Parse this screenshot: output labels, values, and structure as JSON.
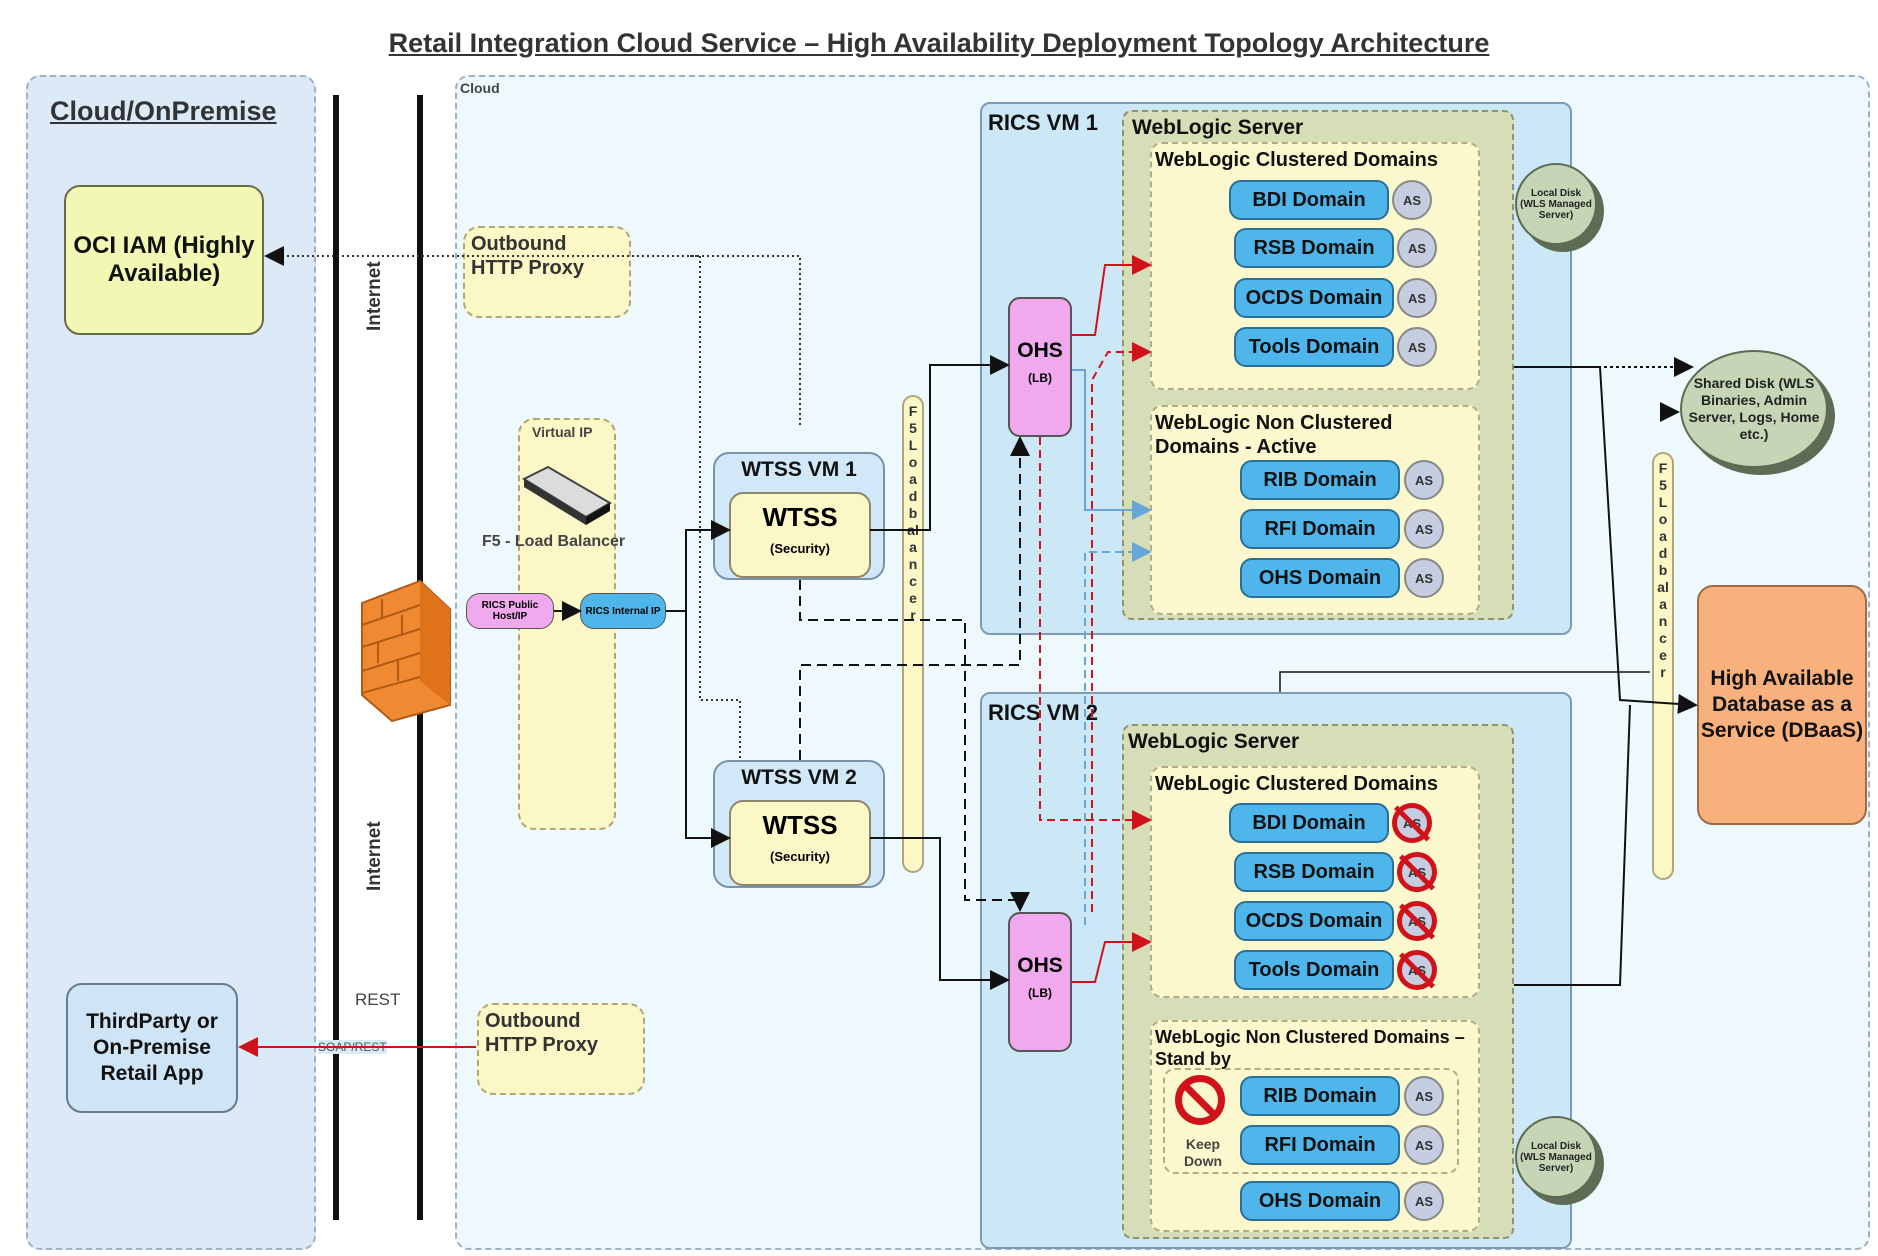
{
  "title": "Retail Integration Cloud Service – High Availability Deployment Topology Architecture",
  "regions": {
    "onprem": "Cloud/OnPremise",
    "cloud": "Cloud"
  },
  "internet_label": "Internet",
  "rest_label": "REST",
  "soap_rest_label": "SOAP/REST",
  "oci_iam": "OCI IAM (Highly Available)",
  "thirdparty": "ThirdParty or On-Premise Retail App",
  "outbound_proxy": "Outbound HTTP Proxy",
  "virtual_ip": "Virtual IP",
  "f5_lb": "F5 - Load Balancer",
  "rics_public": "RICS Public Host/IP",
  "rics_internal": "RICS Internal IP",
  "wtss_vm1": {
    "title": "WTSS VM 1",
    "name": "WTSS",
    "sub": "(Security)"
  },
  "wtss_vm2": {
    "title": "WTSS VM 2",
    "name": "WTSS",
    "sub": "(Security)"
  },
  "f5_bar_text": "F5 Load balancer",
  "vm1": {
    "label": "RICS VM 1",
    "wls": "WebLogic Server",
    "clustered": "WebLogic Clustered Domains",
    "non_clustered": "WebLogic Non Clustered Domains - Active",
    "clustered_domains": [
      "BDI Domain",
      "RSB Domain",
      "OCDS Domain",
      "Tools Domain"
    ],
    "non_clustered_domains": [
      "RIB Domain",
      "RFI Domain",
      "OHS Domain"
    ]
  },
  "vm2": {
    "label": "RICS VM 2",
    "wls": "WebLogic Server",
    "clustered": "WebLogic Clustered Domains",
    "non_clustered": "WebLogic Non Clustered Domains – Stand by",
    "clustered_domains": [
      "BDI Domain",
      "RSB Domain",
      "OCDS Domain",
      "Tools Domain"
    ],
    "non_clustered_domains": [
      "RIB Domain",
      "RFI Domain",
      "OHS Domain"
    ],
    "keep_down": "Keep Down"
  },
  "as_label": "AS",
  "ohs": {
    "name": "OHS",
    "sub": "(LB)"
  },
  "local_disk": "Local Disk (WLS Managed Server)",
  "shared_disk": "Shared Disk (WLS Binaries, Admin Server, Logs, Home etc.)",
  "database": "High Available Database as a Service (DBaaS)",
  "colors": {
    "arrow_red": "#d0121b",
    "arrow_blue": "#6aa5d8",
    "domain_blue": "#4fb6ec",
    "ohs_pink": "#f0a9ec",
    "db_orange": "#f8b07c"
  }
}
